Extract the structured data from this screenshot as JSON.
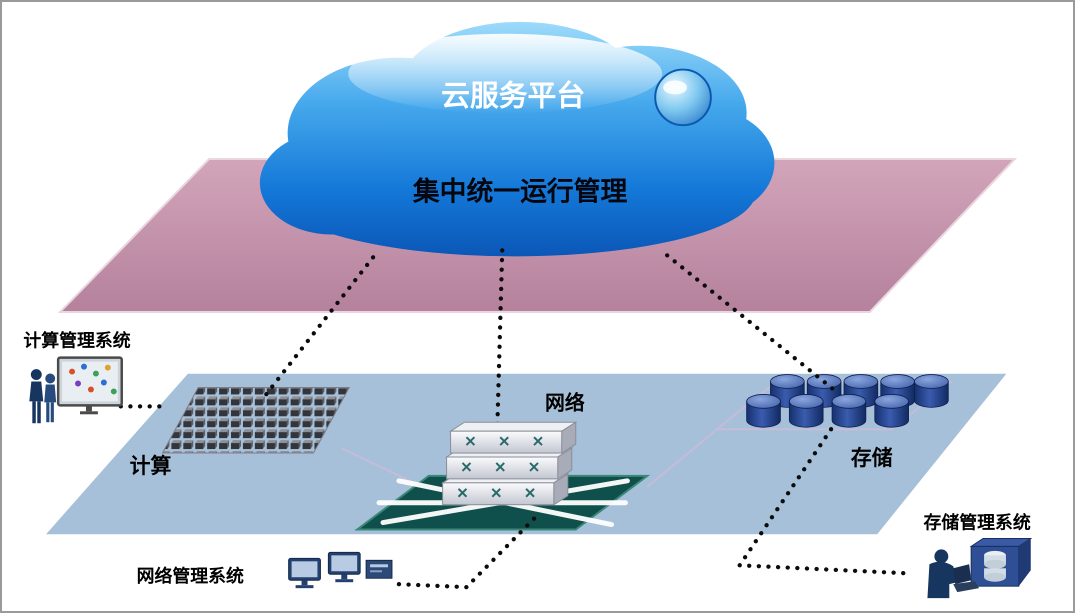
{
  "cloud": {
    "title": "云服务平台",
    "subtitle": "集中统一运行管理"
  },
  "resources": {
    "compute": "计算",
    "network": "网络",
    "storage": "存储"
  },
  "management": {
    "compute": "计算管理系统",
    "network": "网络管理系统",
    "storage": "存储管理系统"
  },
  "icons": {
    "compute_mgmt": "people-presentation-icon",
    "network_mgmt": "desktop-computers-icon",
    "storage_mgmt": "person-laptop-storage-icon"
  },
  "colors": {
    "cloud_blue_top": "#9fdcfa",
    "cloud_blue_bottom": "#0a54b4",
    "pink_plane": "#c795ac",
    "blue_plane": "#a7c0d9",
    "teal_platform": "#0f4f4c",
    "storage_cylinder": "#1d3f8f",
    "server_cube": "#33353c",
    "dotted_line": "#0b0b0b"
  }
}
